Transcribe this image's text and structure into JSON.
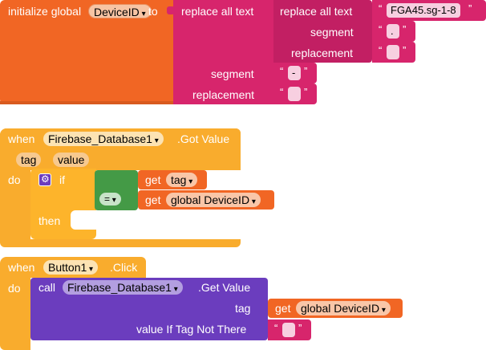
{
  "colors": {
    "variables": "#f16624",
    "text": "#d7256c",
    "text_dark": "#c21f63",
    "events": "#f9ac2d",
    "control": "#fdb42b",
    "logic": "#449a46",
    "component": "#6b3dbe",
    "component_dark": "#5a32a8"
  },
  "init_block": {
    "prefix": "initialize global",
    "var_name": "DeviceID",
    "to_label": "to",
    "outer_replace": "replace all text",
    "inner_replace": "replace all text",
    "inner_text_value": "FGA45.sg-1-8",
    "inner_segment_label": "segment",
    "inner_segment_value": ".",
    "inner_replacement_label": "replacement",
    "inner_replacement_value": "",
    "outer_segment_label": "segment",
    "outer_segment_value": "-",
    "outer_replacement_label": "replacement",
    "outer_replacement_value": "",
    "quote_open": "“",
    "quote_close": "”"
  },
  "got_value_block": {
    "when_label": "when",
    "component": "Firebase_Database1",
    "event": ".Got Value",
    "param1": "tag",
    "param2": "value",
    "do_label": "do",
    "if_label": "if",
    "then_label": "then",
    "eq_op": "=",
    "get_label": "get",
    "get_tag": "tag",
    "get_global": "global DeviceID"
  },
  "click_block": {
    "when_label": "when",
    "component": "Button1",
    "event": ".Click",
    "do_label": "do",
    "call_label": "call",
    "call_component": "Firebase_Database1",
    "method": ".Get Value",
    "tag_label": "tag",
    "get_label": "get",
    "get_global": "global DeviceID",
    "value_if_label": "value If Tag Not There",
    "value_if_value": ""
  }
}
